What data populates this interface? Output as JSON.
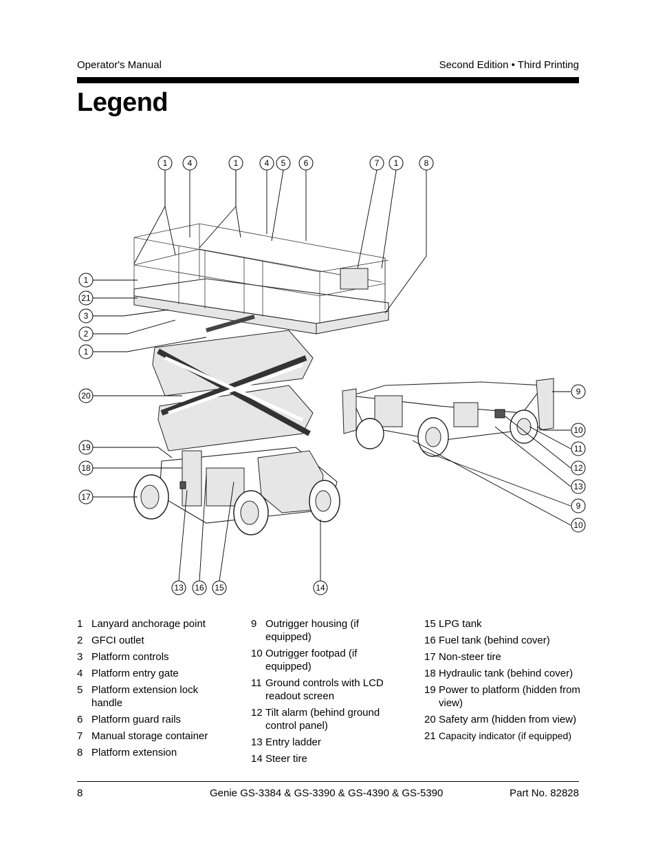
{
  "header": {
    "left": "Operator's Manual",
    "right": "Second Edition • Third Printing"
  },
  "title": "Legend",
  "figure": {
    "callouts_top": [
      "1",
      "4",
      "1",
      "4",
      "5",
      "6",
      "7",
      "1",
      "8"
    ],
    "callouts_left": [
      "1",
      "21",
      "3",
      "2",
      "1",
      "20",
      "19",
      "18",
      "17"
    ],
    "callouts_bottom": [
      "13",
      "16",
      "15",
      "14"
    ],
    "callouts_right": [
      "9",
      "10",
      "11",
      "12",
      "13",
      "9",
      "10"
    ]
  },
  "legend": {
    "col1": [
      {
        "num": "1",
        "text": "Lanyard anchorage point"
      },
      {
        "num": "2",
        "text": "GFCI outlet"
      },
      {
        "num": "3",
        "text": "Platform controls"
      },
      {
        "num": "4",
        "text": "Platform entry gate"
      },
      {
        "num": "5",
        "text": "Platform extension lock handle"
      },
      {
        "num": "6",
        "text": "Platform guard rails"
      },
      {
        "num": "7",
        "text": "Manual storage container"
      },
      {
        "num": "8",
        "text": "Platform extension"
      }
    ],
    "col2": [
      {
        "num": "9",
        "text": "Outrigger housing (if equipped)"
      },
      {
        "num": "10",
        "text": "Outrigger footpad (if equipped)"
      },
      {
        "num": "11",
        "text": "Ground controls with LCD readout screen"
      },
      {
        "num": "12",
        "text": "Tilt alarm (behind ground control panel)"
      },
      {
        "num": "13",
        "text": "Entry ladder"
      },
      {
        "num": "14",
        "text": "Steer tire"
      }
    ],
    "col3": [
      {
        "num": "15",
        "text": "LPG tank"
      },
      {
        "num": "16",
        "text": "Fuel tank (behind cover)"
      },
      {
        "num": "17",
        "text": "Non-steer tire"
      },
      {
        "num": "18",
        "text": "Hydraulic tank (behind cover)"
      },
      {
        "num": "19",
        "text": "Power to platform (hidden from view)"
      },
      {
        "num": "20",
        "text": "Safety arm (hidden from view)"
      },
      {
        "num": "21",
        "text": "Capacity indicator (if equipped)"
      }
    ]
  },
  "footer": {
    "page": "8",
    "models": "Genie GS-3384 & GS-3390 & GS-4390 & GS-5390",
    "part": "Part No. 82828"
  }
}
